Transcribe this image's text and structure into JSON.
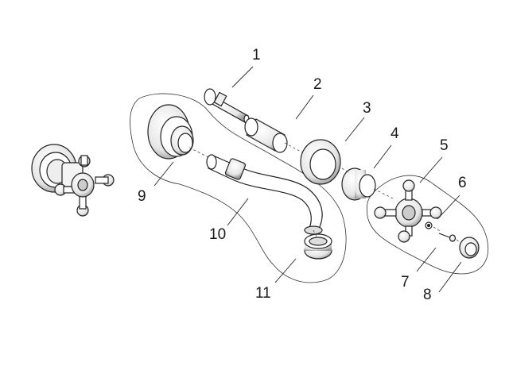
{
  "diagram": {
    "callouts": [
      {
        "id": "c1",
        "label": "1"
      },
      {
        "id": "c2",
        "label": "2"
      },
      {
        "id": "c3",
        "label": "3"
      },
      {
        "id": "c4",
        "label": "4"
      },
      {
        "id": "c5",
        "label": "5"
      },
      {
        "id": "c6",
        "label": "6"
      },
      {
        "id": "c7",
        "label": "7"
      },
      {
        "id": "c8",
        "label": "8"
      },
      {
        "id": "c9",
        "label": "9"
      },
      {
        "id": "c10",
        "label": "10"
      },
      {
        "id": "c11",
        "label": "11"
      }
    ],
    "colors": {
      "line": "#222222",
      "fill": "#ffffff",
      "shade": "#9a9a9a"
    }
  }
}
